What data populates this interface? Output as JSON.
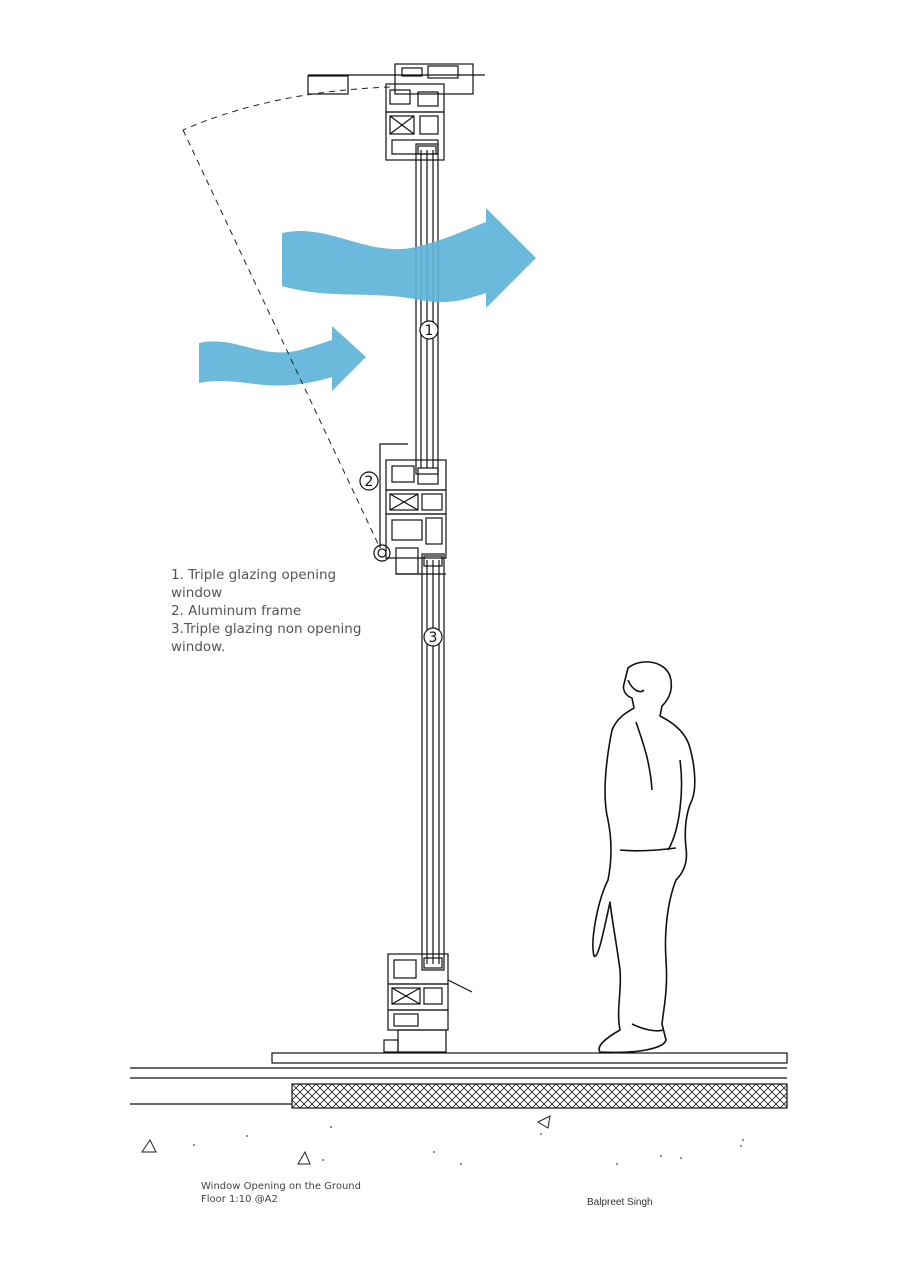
{
  "drawing": {
    "airflow_color": "#5eb4d9",
    "line_color": "#111111",
    "markers": [
      "1",
      "2",
      "3"
    ]
  },
  "legend": {
    "items": [
      "1. Triple glazing opening window",
      "2. Aluminum frame",
      "3.Triple glazing non opening window."
    ]
  },
  "caption": {
    "line1": "Window Opening on the Ground",
    "line2": "Floor 1:10 @A2"
  },
  "author": "Balpreet Singh"
}
